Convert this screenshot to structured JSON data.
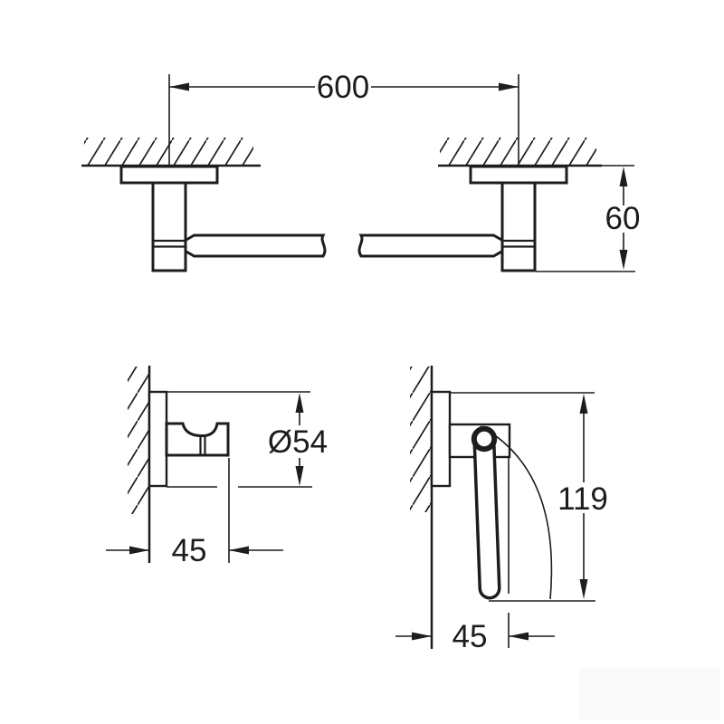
{
  "canvas": {
    "background": "#ffffff",
    "line_color": "#1d1d1d",
    "text_color": "#1c1c1c"
  },
  "views": {
    "towel_bar": {
      "width_label": "600",
      "depth_label": "60"
    },
    "hook": {
      "diameter_label": "Ø54",
      "depth_label": "45"
    },
    "paper_holder": {
      "height_label": "119",
      "depth_label": "45"
    }
  }
}
